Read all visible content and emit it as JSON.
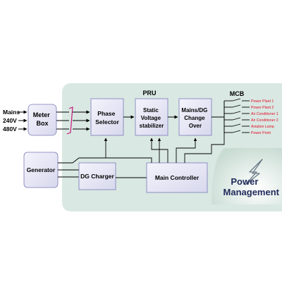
{
  "mains": {
    "lines": [
      "Mains",
      "240V",
      "480V"
    ]
  },
  "meter_box": {
    "lines": [
      "Meter",
      "Box"
    ]
  },
  "generator": {
    "label": "Generator"
  },
  "pru": {
    "label": "PRU"
  },
  "phase_selector": {
    "lines": [
      "Phase",
      "Selector"
    ]
  },
  "voltage_stabilizer": {
    "lines": [
      "Static",
      "Voltage",
      "stabilizer"
    ]
  },
  "change_over": {
    "lines": [
      "Mains/DG",
      "Change",
      "Over"
    ]
  },
  "dg_charger": {
    "label": "DG Charger"
  },
  "main_controller": {
    "label": "Main Controller"
  },
  "mcb": {
    "label": "MCB",
    "outputs": [
      "Power Plant 1",
      "Power Plant 2",
      "Air Conditioner 1",
      "Air Conditioner 2",
      "Aviation Lamp",
      "Power Point"
    ]
  },
  "brand": {
    "lines": [
      "Power",
      "Management"
    ]
  },
  "colors": {
    "panel": "#d9e8e2",
    "box_fill": "#e9e9f6",
    "box_border": "#7a7ab8",
    "output_label": "#e0102a",
    "brand_text": "#1f2a5a"
  }
}
